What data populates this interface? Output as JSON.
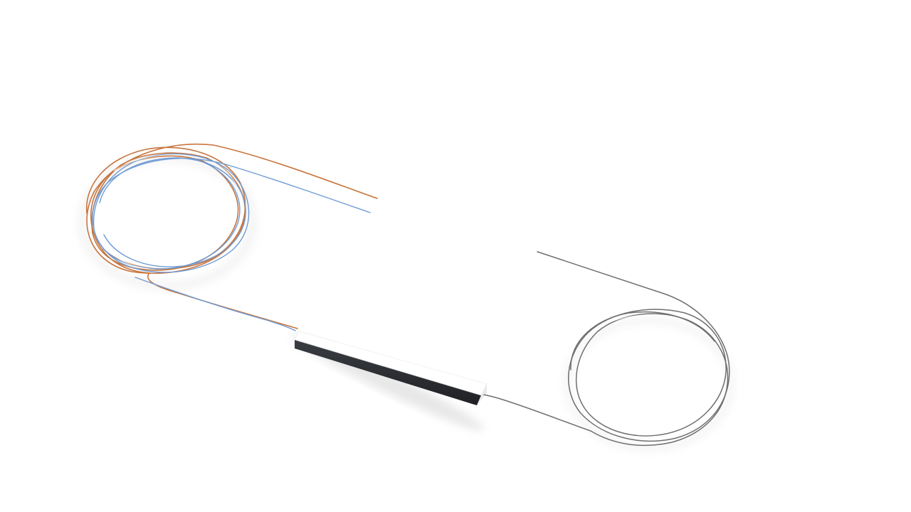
{
  "scene": {
    "subject": "fiber-optic-plc-splitter-render",
    "background": "#ffffff",
    "colors": {
      "fiber_orange": "#c8753e",
      "fiber_blue": "#6f9bd4",
      "fiber_grey": "#7a7a7a",
      "module_top": "#ffffff",
      "module_side": "#2b2d31",
      "shadow": "#d9d9d9"
    },
    "output_fiber_count": 2,
    "input_fiber_count": 1
  }
}
